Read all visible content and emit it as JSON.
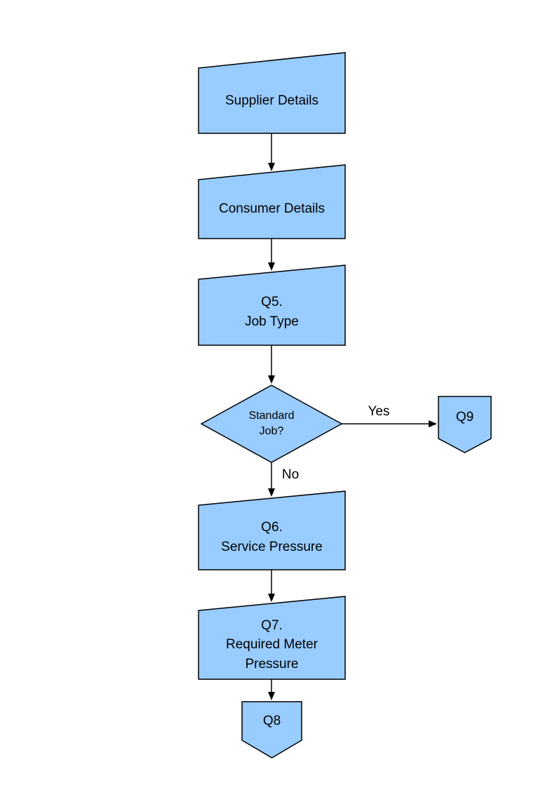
{
  "diagram": {
    "colors": {
      "shape_fill": "#99CCFF",
      "shape_stroke": "#000000"
    },
    "nodes": {
      "supplier": {
        "label": "Supplier Details"
      },
      "consumer": {
        "label": "Consumer Details"
      },
      "q5": {
        "label": "Q5.\nJob Type"
      },
      "decision": {
        "label": "Standard\nJob?"
      },
      "q9": {
        "label": "Q9"
      },
      "q6": {
        "label": "Q6.\nService Pressure"
      },
      "q7": {
        "label": "Q7.\nRequired Meter\nPressure"
      },
      "q8": {
        "label": "Q8"
      }
    },
    "edge_labels": {
      "yes": "Yes",
      "no": "No"
    }
  }
}
